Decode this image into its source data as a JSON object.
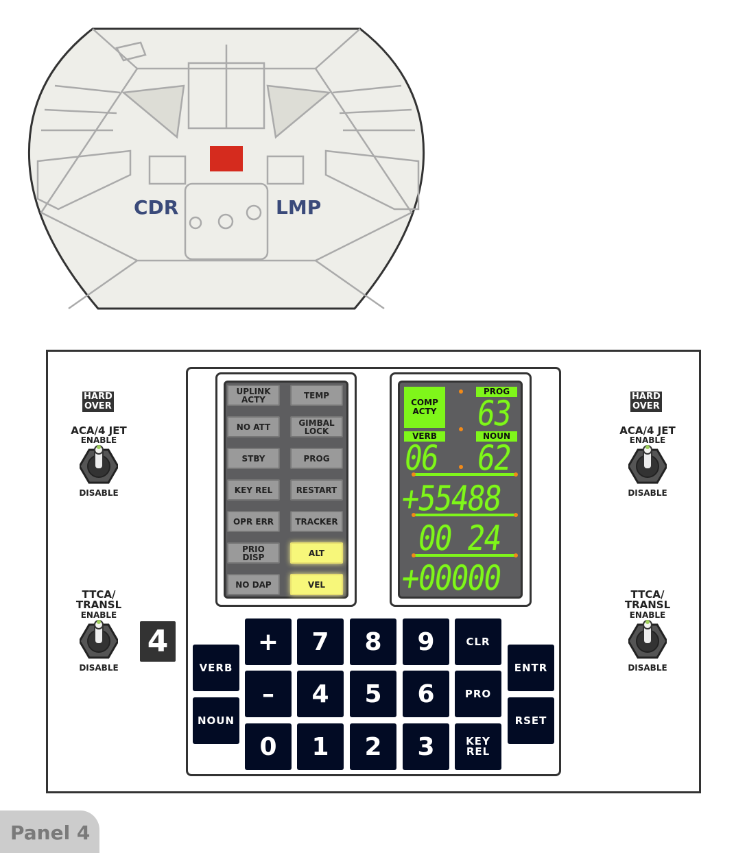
{
  "cockpit": {
    "left_seat": "CDR",
    "right_seat": "LMP"
  },
  "left_switches": {
    "hard_over": [
      "HARD",
      "OVER"
    ],
    "aca": {
      "label": "ACA/4 JET",
      "top": "ENABLE",
      "bottom": "DISABLE"
    },
    "ttca": {
      "label1": "TTCA/",
      "label2": "TRANSL",
      "top": "ENABLE",
      "bottom": "DISABLE"
    }
  },
  "right_switches": {
    "hard_over": [
      "HARD",
      "OVER"
    ],
    "aca": {
      "label": "ACA/4 JET",
      "top": "ENABLE",
      "bottom": "DISABLE"
    },
    "ttca": {
      "label1": "TTCA/",
      "label2": "TRANSL",
      "top": "ENABLE",
      "bottom": "DISABLE"
    }
  },
  "panel_number": "4",
  "lamps": [
    {
      "l1": "UPLINK",
      "l2": "ACTY",
      "on": false
    },
    {
      "l1": "TEMP",
      "l2": "",
      "on": false
    },
    {
      "l1": "NO ATT",
      "l2": "",
      "on": false
    },
    {
      "l1": "GIMBAL",
      "l2": "LOCK",
      "on": false
    },
    {
      "l1": "STBY",
      "l2": "",
      "on": false
    },
    {
      "l1": "PROG",
      "l2": "",
      "on": false
    },
    {
      "l1": "KEY REL",
      "l2": "",
      "on": false
    },
    {
      "l1": "RESTART",
      "l2": "",
      "on": false
    },
    {
      "l1": "OPR ERR",
      "l2": "",
      "on": false
    },
    {
      "l1": "TRACKER",
      "l2": "",
      "on": false
    },
    {
      "l1": "PRIO",
      "l2": "DISP",
      "on": false
    },
    {
      "l1": "ALT",
      "l2": "",
      "on": true
    },
    {
      "l1": "NO DAP",
      "l2": "",
      "on": false
    },
    {
      "l1": "VEL",
      "l2": "",
      "on": true
    }
  ],
  "display": {
    "comp_acty": [
      "COMP",
      "ACTY"
    ],
    "prog_label": "PROG",
    "verb_label": "VERB",
    "noun_label": "NOUN",
    "prog": "63",
    "verb": "06",
    "noun": "62",
    "r1": "+55488",
    "r2": " 00 24",
    "r3": "+00000"
  },
  "keys": {
    "verb": "VERB",
    "noun": "NOUN",
    "plus": "+",
    "minus": "–",
    "k0": "0",
    "k1": "1",
    "k2": "2",
    "k3": "3",
    "k4": "4",
    "k5": "5",
    "k6": "6",
    "k7": "7",
    "k8": "8",
    "k9": "9",
    "clr": "CLR",
    "pro": "PRO",
    "key_rel": [
      "KEY",
      "REL"
    ],
    "entr": "ENTR",
    "rset": "RSET"
  },
  "footer_tag": "Panel 4",
  "colors": {
    "display_green": "#7ff61a",
    "lamp_yellow": "#f7f77a",
    "key_bg": "#020b24",
    "seat_label": "#3a4a7a"
  }
}
